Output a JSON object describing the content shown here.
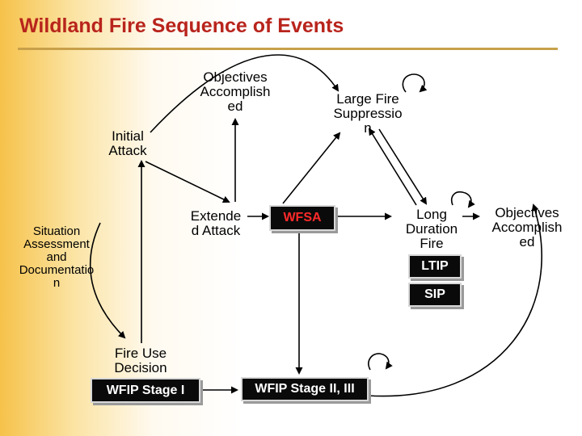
{
  "title": "Wildland Fire Sequence of Events",
  "nodes": {
    "objectives_top": [
      "Objectives",
      "Accomplish",
      "ed"
    ],
    "large_fire": [
      "Large Fire",
      "Suppressio",
      "n"
    ],
    "initial_attack": [
      "Initial",
      "Attack"
    ],
    "extended_attack": [
      "Extende",
      "d Attack"
    ],
    "situation": [
      "Situation",
      "Assessment",
      "and",
      "Documentatio",
      "n"
    ],
    "long_duration": [
      "Long",
      "Duration",
      "Fire"
    ],
    "objectives_right": [
      "Objectives",
      "Accomplish",
      "ed"
    ],
    "fire_use": [
      "Fire Use",
      "Decision"
    ]
  },
  "boxes": {
    "wfsa": "WFSA",
    "ltip": "LTIP",
    "sip": "SIP",
    "wfip1": "WFIP Stage I",
    "wfip23": "WFIP Stage II, III"
  },
  "colors": {
    "title": "#b8241c",
    "box_bg": "#0a0a0a",
    "box_text": "#ffffff",
    "wfsa_text": "#ff2a2a"
  }
}
